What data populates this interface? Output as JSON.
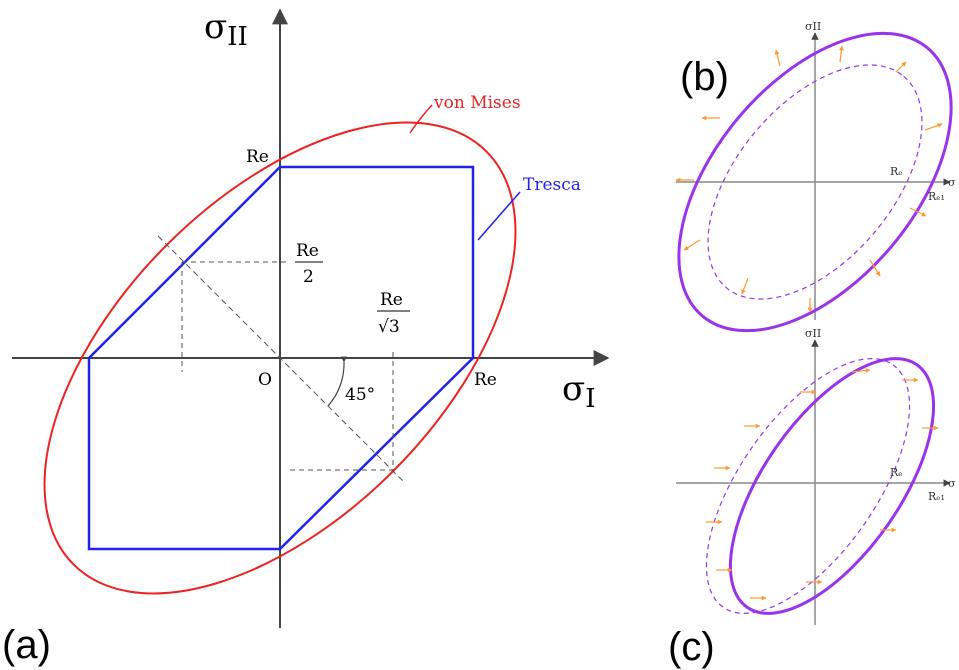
{
  "panels": {
    "a": {
      "label": "(a)",
      "axis_x_symbol": "σ",
      "axis_x_subscript": "I",
      "axis_y_symbol": "σ",
      "axis_y_subscript": "II",
      "origin": "O",
      "yield_top": "Re",
      "yield_right": "Re",
      "half_label_num": "Re",
      "half_label_den": "2",
      "sqrt_label_num": "Re",
      "sqrt_label_den": "√3",
      "angle": "45°",
      "von_mises": "von Mises",
      "tresca": "Tresca"
    },
    "b": {
      "label": "(b)",
      "axis_y": "σII",
      "axis_x": "σ",
      "re_label": "Rₑ",
      "re1_label": "Rₑ₁"
    },
    "c": {
      "label": "(c)",
      "axis_y": "σII",
      "axis_x": "σ",
      "re_label": "Rₑ",
      "re1_label": "Rₑ₁"
    }
  },
  "colors": {
    "von_mises": "#ee2222",
    "tresca": "#2222ee",
    "yield_surface": "#9933ee",
    "arrows": "#ff9933",
    "axes": "#444444",
    "dashed": "#555555"
  }
}
